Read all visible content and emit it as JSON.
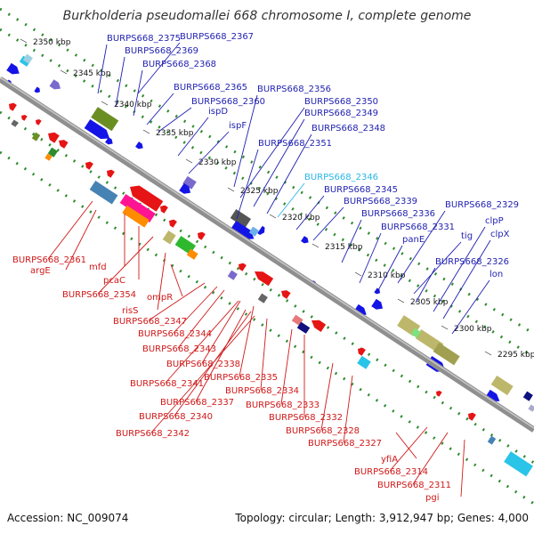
{
  "title": "Burkholderia pseudomallei 668 chromosome I, complete genome",
  "footer": {
    "accession": "Accession: NC_009074",
    "summary": "Topology: circular; Length: 3,912,947 bp; Genes: 4,000"
  },
  "colors": {
    "forward_label": "#1f1fb0",
    "reverse_label": "#d01818",
    "highlight_label": "#29b6e6",
    "backbone": "#8f8f8f",
    "ticks": "#2e8b2e"
  },
  "ruler": [
    {
      "label": "2350 kbp"
    },
    {
      "label": "2345 kbp"
    },
    {
      "label": "2340 kbp"
    },
    {
      "label": "2335 kbp"
    },
    {
      "label": "2330 kbp"
    },
    {
      "label": "2325 kbp"
    },
    {
      "label": "2320 kbp"
    },
    {
      "label": "2315 kbp"
    },
    {
      "label": "2310 kbp"
    },
    {
      "label": "2305 kbp"
    },
    {
      "label": "2300 kbp"
    },
    {
      "label": "2295 kbp"
    }
  ],
  "forward_labels": [
    "BURPS668_2375",
    "BURPS668_2367",
    "BURPS668_2369",
    "BURPS668_2368",
    "BURPS668_2365",
    "BURPS668_2360",
    "ispD",
    "ispF",
    "BURPS668_2356",
    "BURPS668_2350",
    "BURPS668_2349",
    "BURPS668_2348",
    "BURPS668_2351",
    "BURPS668_2346",
    "BURPS668_2345",
    "BURPS668_2339",
    "BURPS668_2336",
    "BURPS668_2331",
    "panE",
    "BURPS668_2329",
    "clpP",
    "tig",
    "clpX",
    "BURPS668_2326",
    "lon"
  ],
  "reverse_labels": [
    "BURPS668_2361",
    "argE",
    "mfd",
    "pcaC",
    "BURPS668_2354",
    "risS",
    "ompR",
    "BURPS668_2347",
    "BURPS668_2344",
    "BURPS668_2343",
    "BURPS668_2338",
    "BURPS668_2335",
    "BURPS668_2341",
    "BURPS668_2334",
    "BURPS668_2337",
    "BURPS668_2333",
    "BURPS668_2340",
    "BURPS668_2332",
    "BURPS668_2328",
    "BURPS668_2342",
    "BURPS668_2327",
    "yfiA",
    "BURPS668_2314",
    "BURPS668_2311",
    "pgi"
  ]
}
